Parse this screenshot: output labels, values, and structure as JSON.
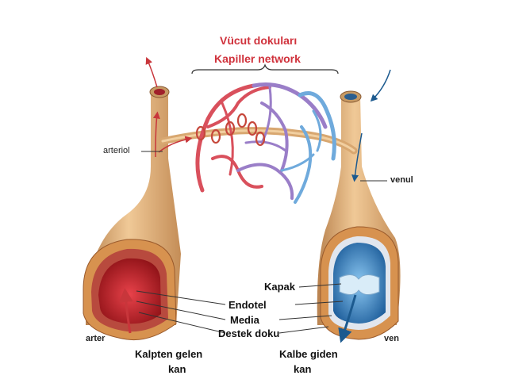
{
  "title": "Vücut dokuları",
  "subtitle": "Kapiller network",
  "labels": {
    "arteriol": "arteriol",
    "venul": "venul",
    "arter": "arter",
    "ven": "ven",
    "kapak": "Kapak",
    "endotel": "Endotel",
    "media": "Media",
    "destek": "Destek doku",
    "from_heart_1": "Kalpten gelen",
    "from_heart_2": "kan",
    "to_heart_1": "Kalbe giden",
    "to_heart_2": "kan"
  },
  "colors": {
    "title": "#d0323c",
    "vessel_wall": "#e3b27e",
    "artery_blood": "#c8252e",
    "vein_blood": "#3f8fd3",
    "capillary_red": "#d9505c",
    "capillary_purple": "#9a7ec8",
    "capillary_blue": "#6faadc"
  }
}
